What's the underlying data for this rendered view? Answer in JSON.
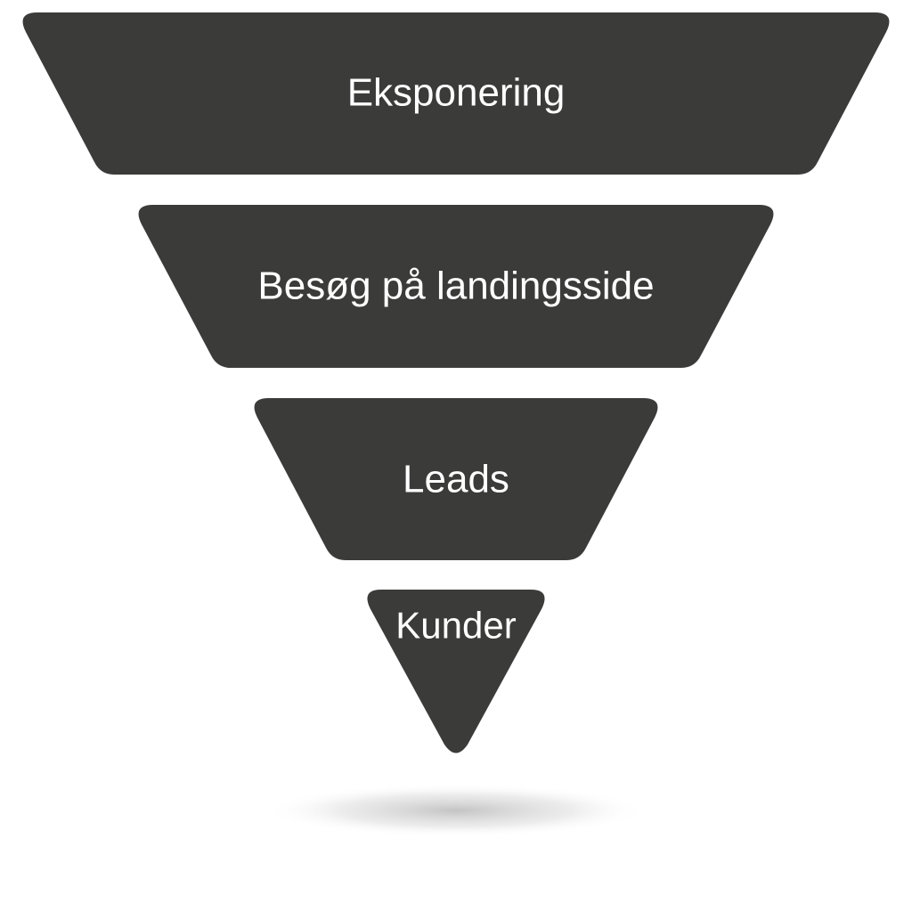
{
  "funnel": {
    "stage_color": "#3b3b3a",
    "label_color": "#ffffff",
    "shadow_color": "#bdbdbd",
    "stages": [
      {
        "label": "Eksponering"
      },
      {
        "label": "Besøg på landingsside"
      },
      {
        "label": "Leads"
      },
      {
        "label": "Kunder"
      }
    ]
  }
}
